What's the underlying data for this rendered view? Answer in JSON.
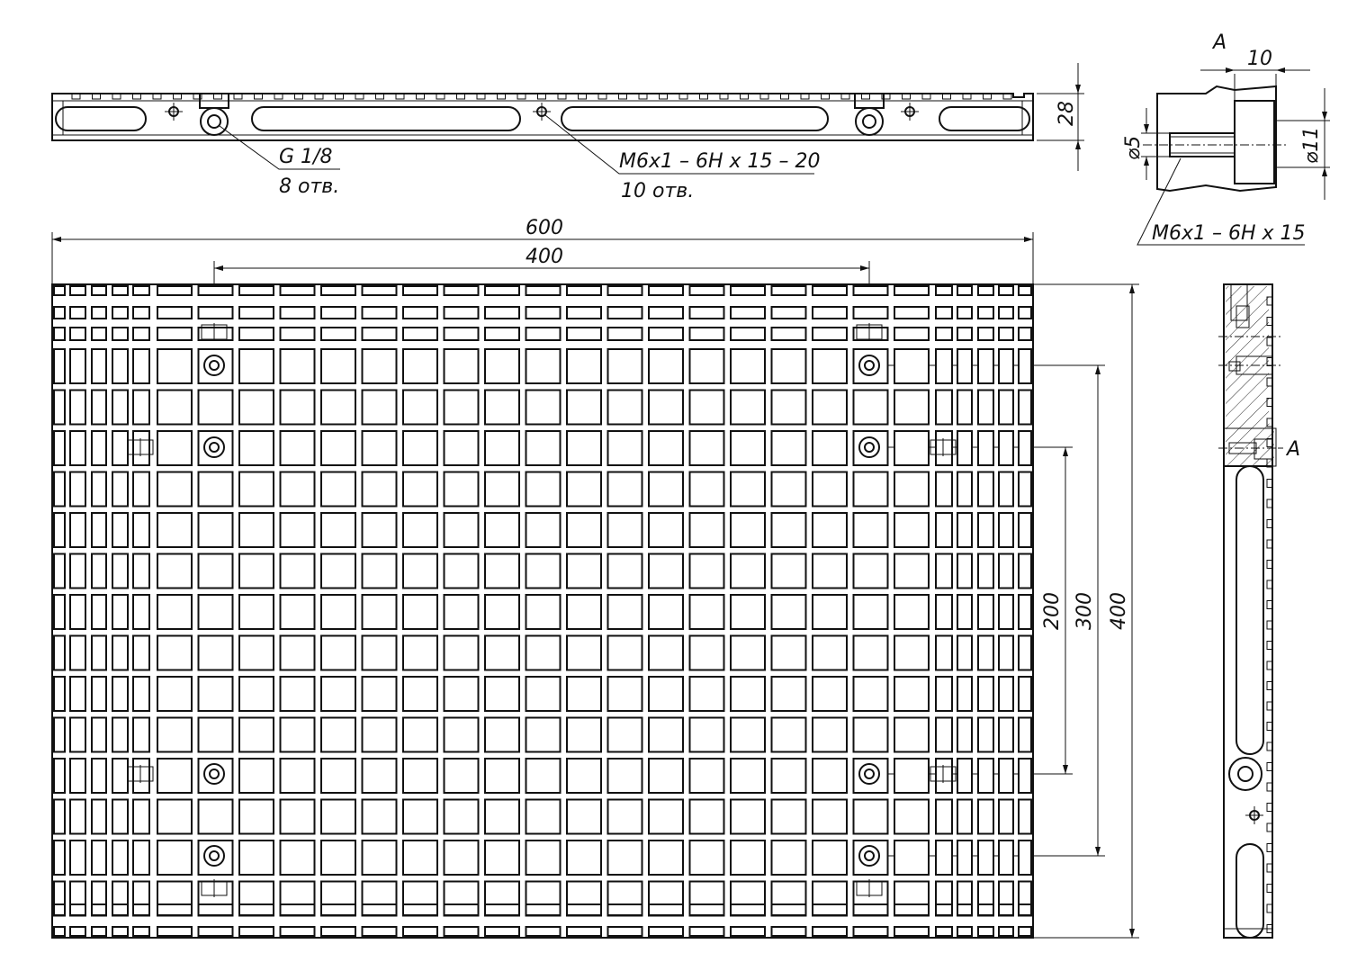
{
  "top_view": {
    "label_g18": "G 1/8",
    "label_g18_count": "8 отв.",
    "label_m6_depth": "M6x1 – 6H x 15 – 20",
    "label_m6_count": "10 отв.",
    "dim_height": "28"
  },
  "detail": {
    "section_letter": "A",
    "dim_10": "10",
    "dim_d5": "⌀5",
    "dim_d11": "⌀11",
    "thread_label": "M6x1 – 6H x 15"
  },
  "plan": {
    "dim_600": "600",
    "dim_400_h": "400",
    "dim_200": "200",
    "dim_300": "300",
    "dim_400_v": "400"
  },
  "side_view": {
    "section_letter": "A"
  }
}
